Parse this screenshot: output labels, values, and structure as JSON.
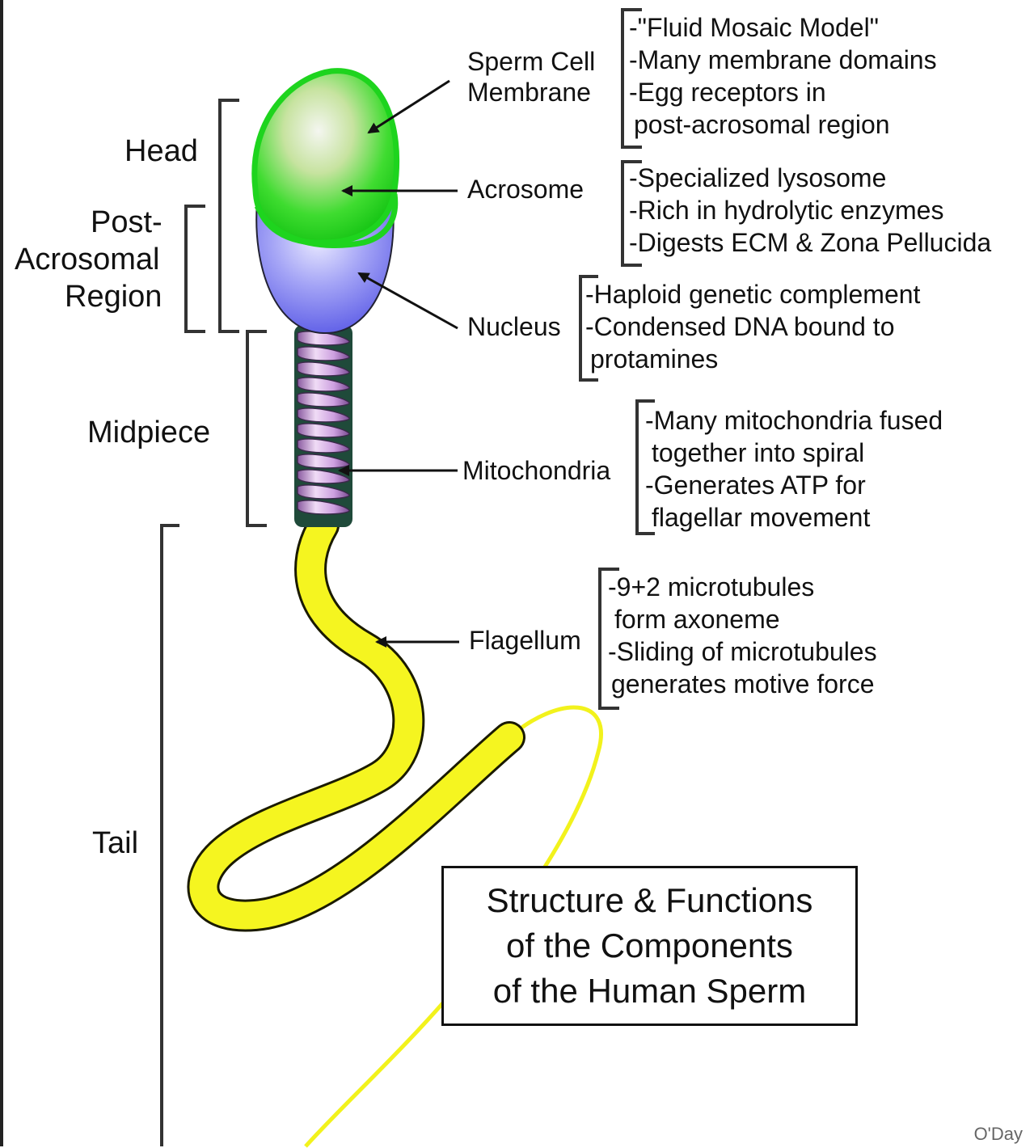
{
  "title_lines": [
    "Structure & Functions",
    "of the Components",
    "of the Human Sperm"
  ],
  "credit": "O'Day",
  "regions": {
    "head": "Head",
    "post_acrosomal": [
      "Post-",
      "Acrosomal",
      "Region"
    ],
    "midpiece": "Midpiece",
    "tail": "Tail"
  },
  "parts": {
    "membrane": [
      "Sperm Cell",
      "Membrane"
    ],
    "acrosome": "Acrosome",
    "nucleus": "Nucleus",
    "mitochondria": "Mitochondria",
    "flagellum": "Flagellum"
  },
  "descriptions": {
    "membrane": [
      "-\"Fluid Mosaic Model\"",
      "-Many membrane domains",
      "-Egg receptors in",
      " post-acrosomal region"
    ],
    "acrosome": [
      "-Specialized lysosome",
      "-Rich in hydrolytic enzymes",
      "-Digests ECM & Zona Pellucida"
    ],
    "nucleus": [
      "-Haploid genetic complement",
      "-Condensed DNA bound to",
      " protamines"
    ],
    "mitochondria": [
      "-Many mitochondria fused",
      " together into spiral",
      "-Generates ATP for",
      " flagellar movement"
    ],
    "flagellum": [
      "-9+2 microtubules",
      " form axoneme",
      "-Sliding of microtubules",
      " generates motive force"
    ]
  },
  "colors": {
    "membrane_green": "#22dd22",
    "nucleus_blue": "#7f7ff2",
    "mitochondria_purple": "#d5a8e6",
    "flagellum_yellow": "#f2f21c"
  }
}
